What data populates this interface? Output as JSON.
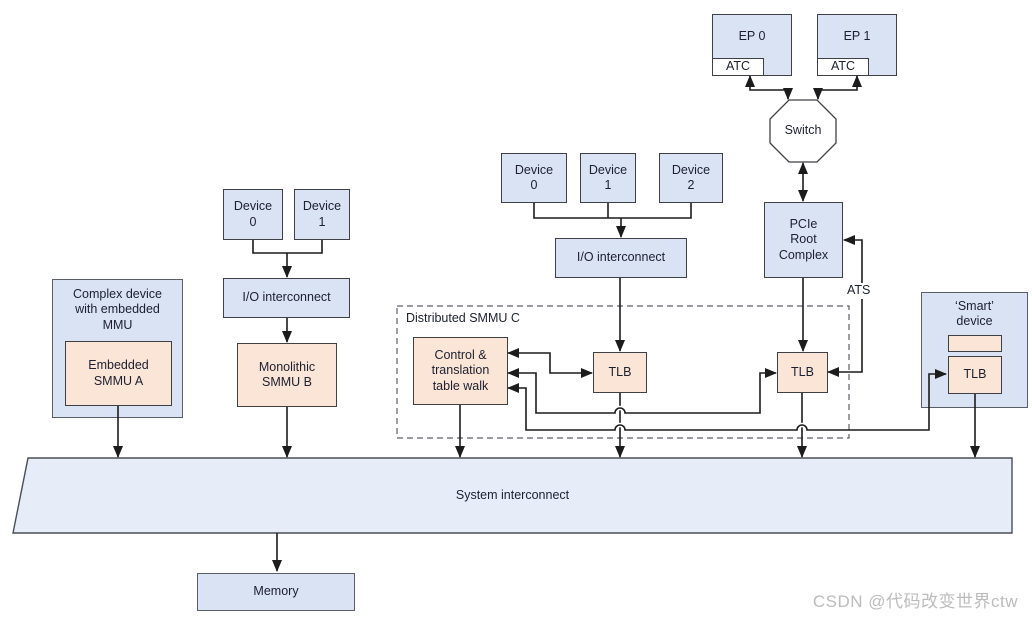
{
  "watermark": "CSDN @代码改变世界ctw",
  "colors": {
    "box_blue": "#dae3f3",
    "box_peach": "#fbe5d6",
    "interconnect_blue": "#e6edf8",
    "line": "#1c1c1c"
  },
  "nodes": {
    "ep0": {
      "label": "EP 0",
      "atc": "ATC"
    },
    "ep1": {
      "label": "EP 1",
      "atc": "ATC"
    },
    "switch": {
      "label": "Switch"
    },
    "pcie_root_complex": {
      "label": "PCIe\nRoot\nComplex"
    },
    "ats": {
      "label": "ATS"
    },
    "smart_device": {
      "label": "‘Smart’\ndevice",
      "tlb": "TLB"
    },
    "devices_mid": {
      "d0": "Device\n0",
      "d1": "Device\n1",
      "d2": "Device\n2",
      "io": "I/O interconnect"
    },
    "devices_left": {
      "d0": "Device\n0",
      "d1": "Device\n1",
      "io": "I/O interconnect"
    },
    "complex_device": {
      "label": "Complex device\nwith embedded\nMMU",
      "smmu": "Embedded\nSMMU A"
    },
    "monolithic_smmu_b": {
      "label": "Monolithic\nSMMU B"
    },
    "smmu_c": {
      "label": "Distributed SMMU C",
      "control": "Control &\ntranslation\ntable walk",
      "tlb1": "TLB",
      "tlb2": "TLB"
    },
    "system_interconnect": {
      "label": "System interconnect"
    },
    "memory": {
      "label": "Memory"
    }
  }
}
